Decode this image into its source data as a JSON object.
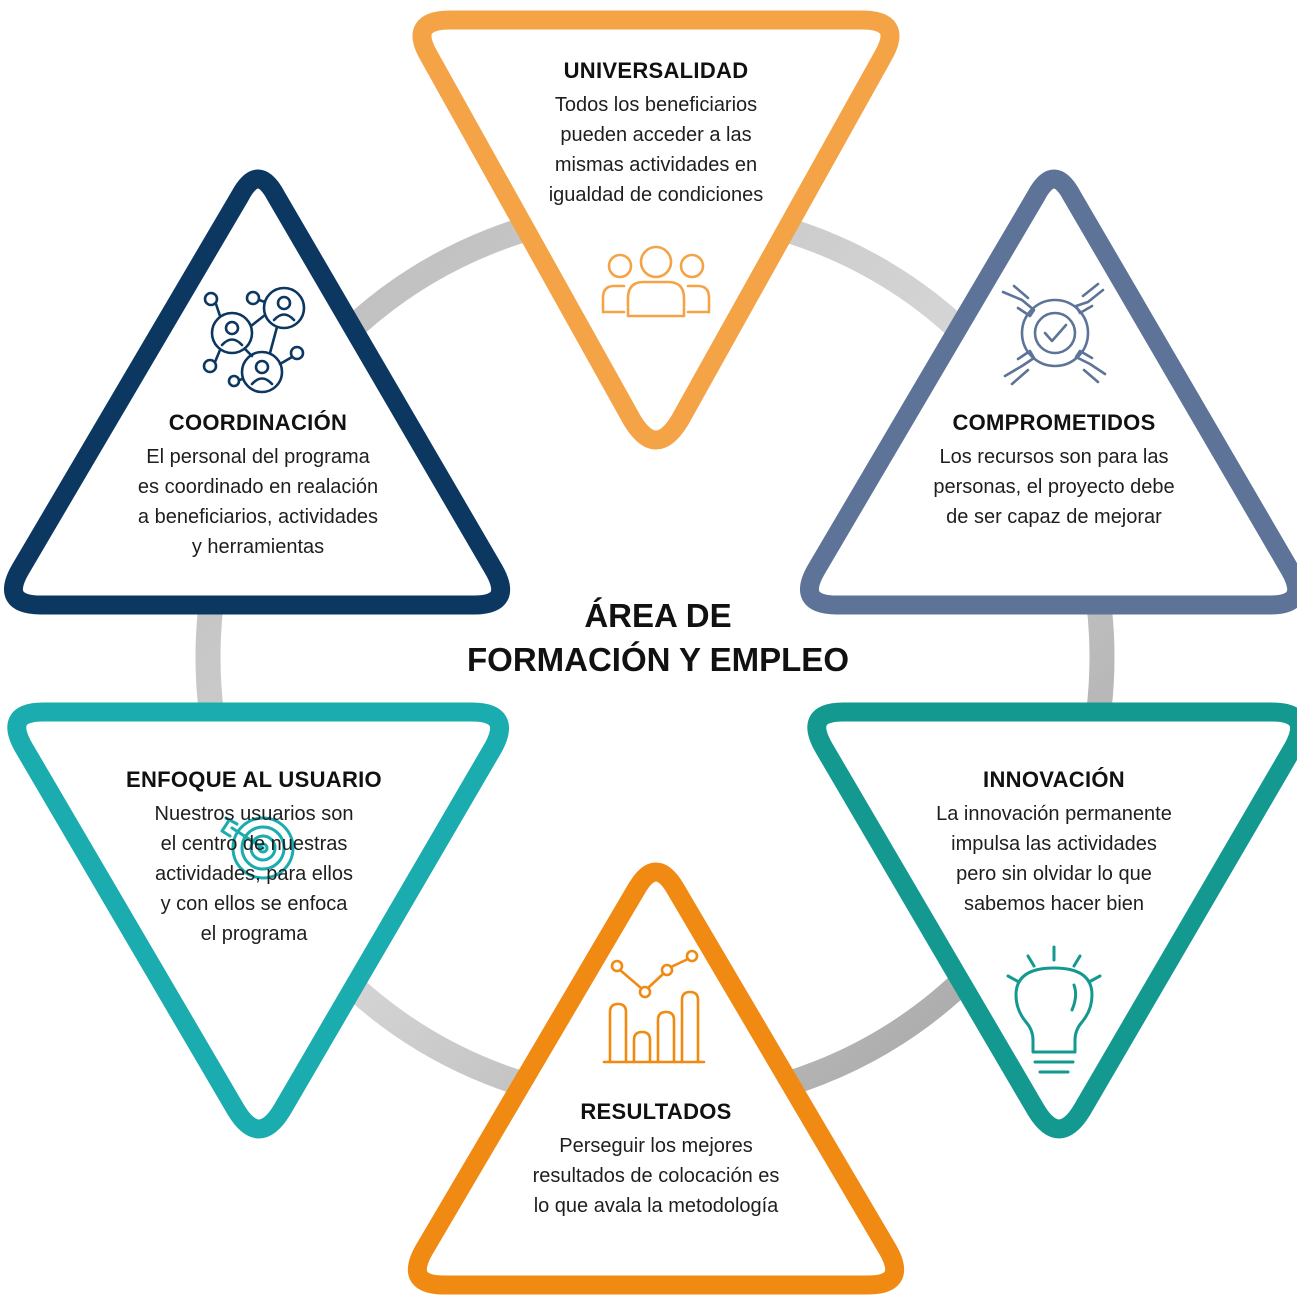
{
  "center": {
    "line1": "ÁREA DE",
    "line2": "FORMACIÓN Y EMPLEO"
  },
  "cards": {
    "universalidad": {
      "title": "UNIVERSALIDAD",
      "lines": [
        "Todos los beneficiarios",
        "pueden acceder a las",
        "mismas actividades en",
        "igualdad de condiciones"
      ],
      "color": "#f4a446",
      "icon": "people-group-icon"
    },
    "coordinacion": {
      "title": "COORDINACIÓN",
      "lines": [
        "El personal del programa",
        "es coordinado en realación",
        "a beneficiarios, actividades",
        "y herramientas"
      ],
      "color": "#0c3761",
      "icon": "network-people-icon"
    },
    "comprometidos": {
      "title": "COMPROMETIDOS",
      "lines": [
        "Los recursos son para las",
        "personas, el proyecto debe",
        "de ser capaz de mejorar"
      ],
      "color": "#5d7398",
      "icon": "hands-check-icon"
    },
    "enfoque": {
      "title": "ENFOQUE AL USUARIO",
      "lines": [
        "Nuestros usuarios son",
        "el centro de nuestras",
        "actividades, para ellos",
        "y con ellos se enfoca",
        "el programa"
      ],
      "color": "#1aacae",
      "icon": "target-icon"
    },
    "innovacion": {
      "title": "INNOVACIÓN",
      "lines": [
        "La innovación permanente",
        "impulsa las actividades",
        "pero sin olvidar lo que",
        "sabemos hacer bien"
      ],
      "color": "#13998f",
      "icon": "lightbulb-icon"
    },
    "resultados": {
      "title": "RESULTADOS",
      "lines": [
        "Perseguir los mejores",
        "resultados de colocación es",
        "lo que avala la metodología"
      ],
      "color": "#f08a12",
      "icon": "bar-chart-icon"
    }
  },
  "ring_color": "#c8c8c8"
}
